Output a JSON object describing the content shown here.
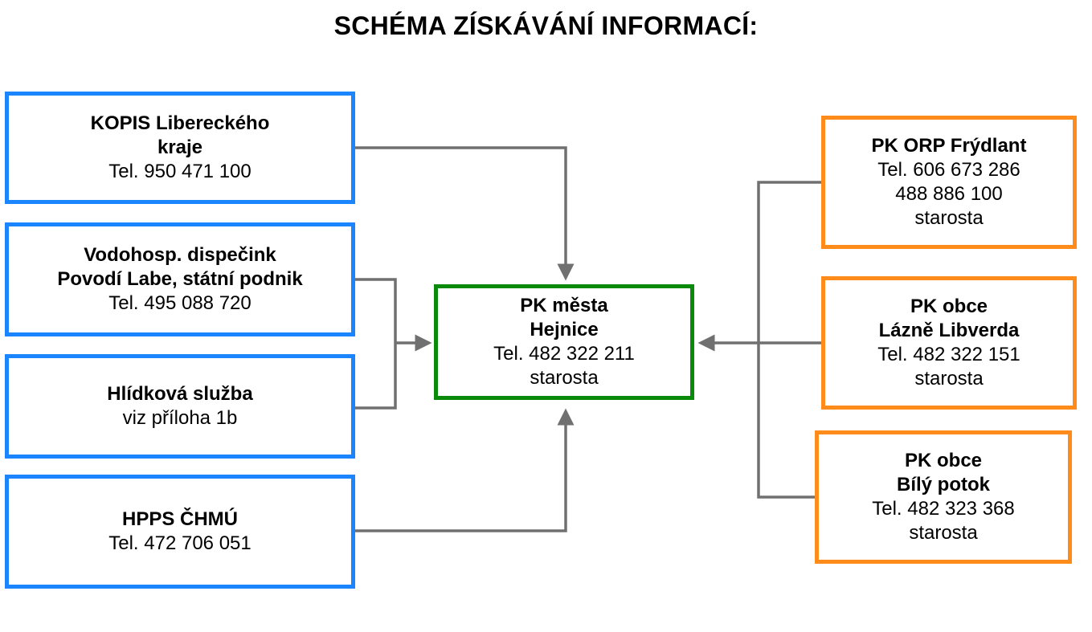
{
  "title": "SCHÉMA ZÍSKÁVÁNÍ INFORMACÍ:",
  "colors": {
    "source_border": "#1a85ff",
    "center_border": "#0a8a0a",
    "municipal_border": "#ff8c1a",
    "connector": "#707070"
  },
  "sources": [
    {
      "name_lines": [
        "KOPIS Libereckého",
        "kraje"
      ],
      "detail_lines": [
        "Tel. 950 471 100"
      ]
    },
    {
      "name_lines": [
        "Vodohosp. dispečink",
        "Povodí Labe, státní podnik"
      ],
      "detail_lines": [
        "Tel. 495 088 720"
      ]
    },
    {
      "name_lines": [
        "Hlídková služba"
      ],
      "detail_lines": [
        "viz příloha 1b"
      ]
    },
    {
      "name_lines": [
        "HPPS ČHMÚ"
      ],
      "detail_lines": [
        "Tel. 472 706 051"
      ]
    }
  ],
  "center": {
    "name_lines": [
      "PK města",
      "Hejnice"
    ],
    "detail_lines": [
      "Tel. 482 322 211",
      "starosta"
    ]
  },
  "municipalities": [
    {
      "name_lines": [
        "PK ORP Frýdlant"
      ],
      "detail_lines": [
        "Tel. 606 673 286",
        "488 886 100",
        "starosta"
      ]
    },
    {
      "name_lines": [
        "PK obce",
        "Lázně Libverda"
      ],
      "detail_lines": [
        "Tel. 482 322 151",
        "starosta"
      ]
    },
    {
      "name_lines": [
        "PK obce",
        "Bílý potok"
      ],
      "detail_lines": [
        "Tel. 482 323 368",
        "starosta"
      ]
    }
  ]
}
